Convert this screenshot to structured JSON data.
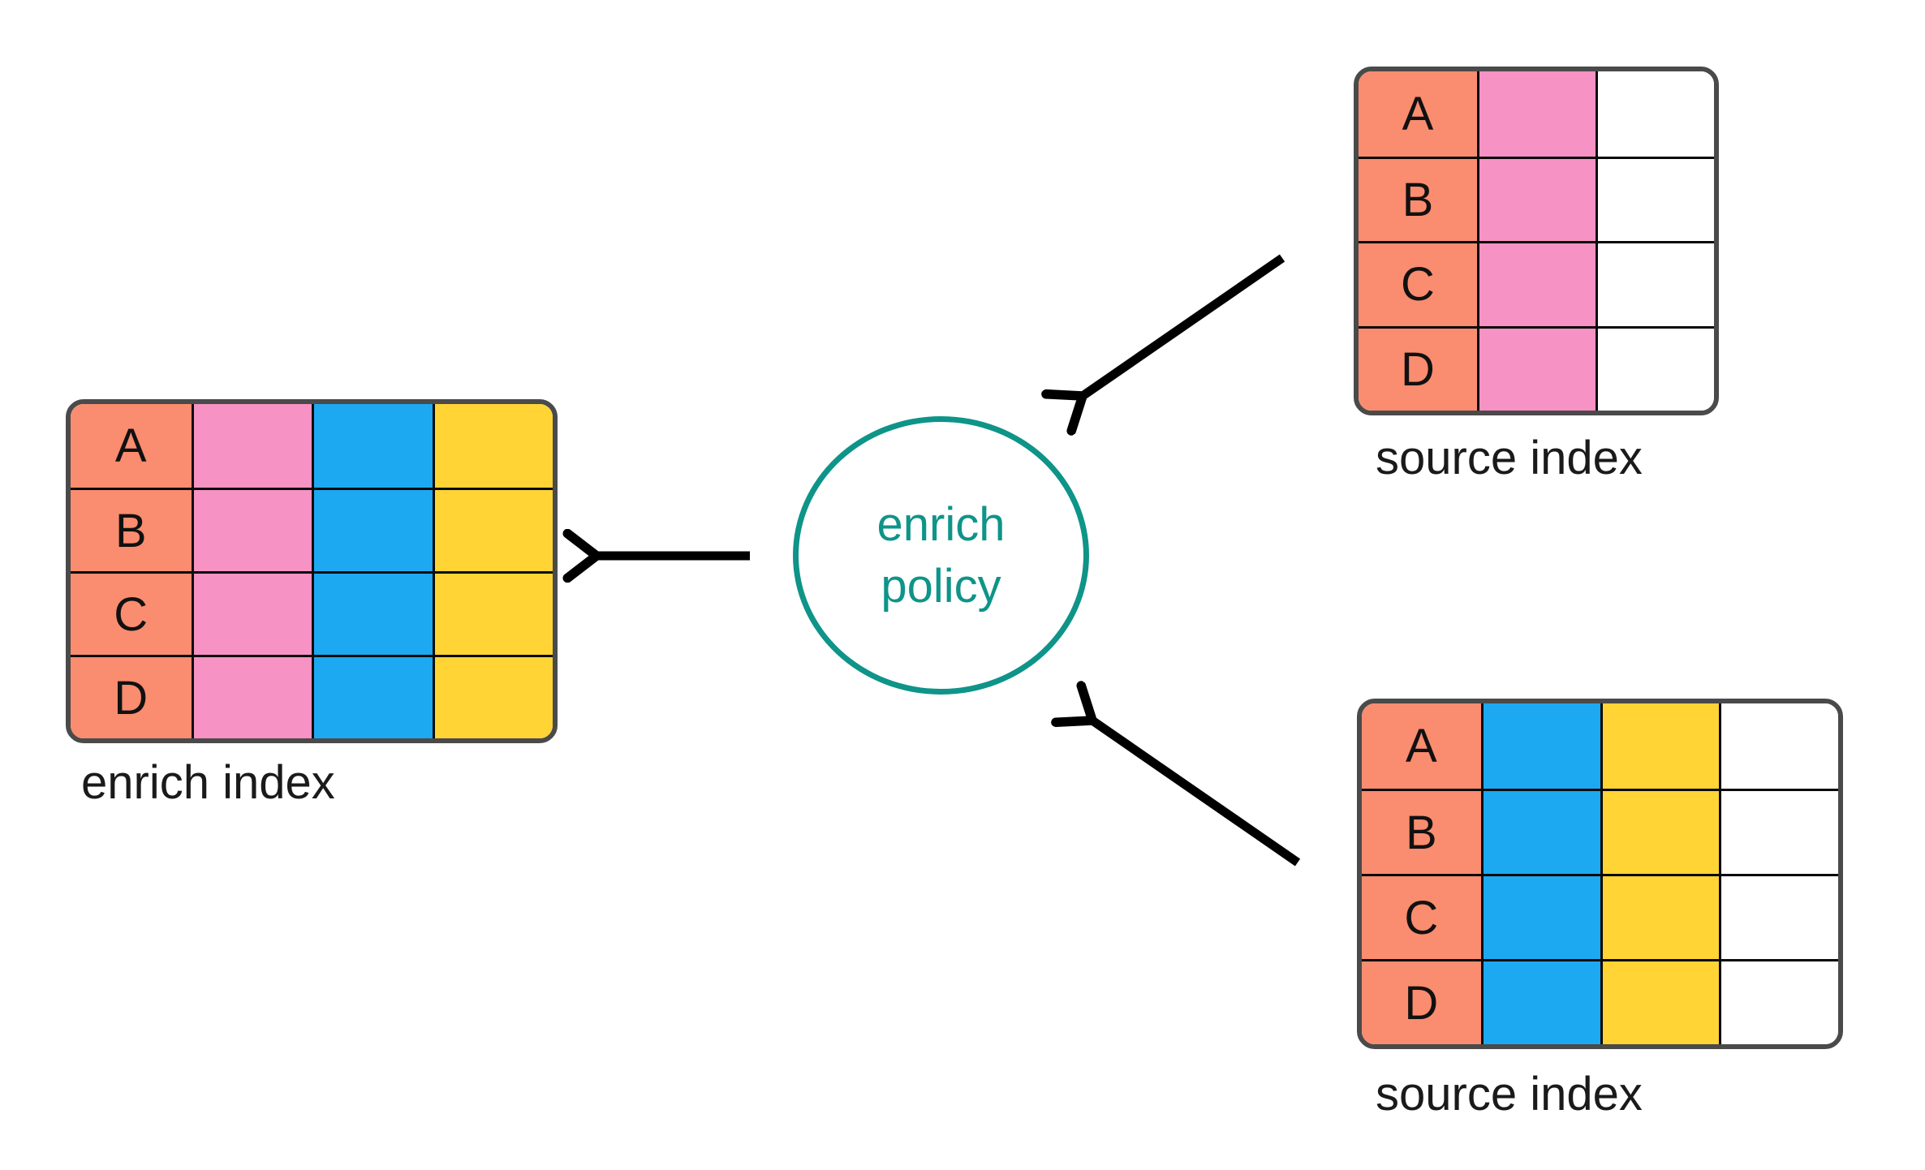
{
  "colors": {
    "salmon": "#FA8C6F",
    "pink": "#F792C4",
    "blue": "#1CA9F2",
    "yellow": "#FFD434",
    "white": "#FFFFFF",
    "teal": "#0E9488",
    "table_border": "#4A4A4A",
    "arrow": "#000000"
  },
  "tables": {
    "enrich_index": {
      "label": "enrich index",
      "rows": [
        "A",
        "B",
        "C",
        "D"
      ],
      "columns": [
        "salmon",
        "pink",
        "blue",
        "yellow"
      ]
    },
    "source_index_top": {
      "label": "source index",
      "rows": [
        "A",
        "B",
        "C",
        "D"
      ],
      "columns": [
        "salmon",
        "pink",
        "white"
      ]
    },
    "source_index_bottom": {
      "label": "source index",
      "rows": [
        "A",
        "B",
        "C",
        "D"
      ],
      "columns": [
        "salmon",
        "blue",
        "yellow",
        "white"
      ]
    }
  },
  "policy": {
    "line1": "enrich",
    "line2": "policy"
  }
}
